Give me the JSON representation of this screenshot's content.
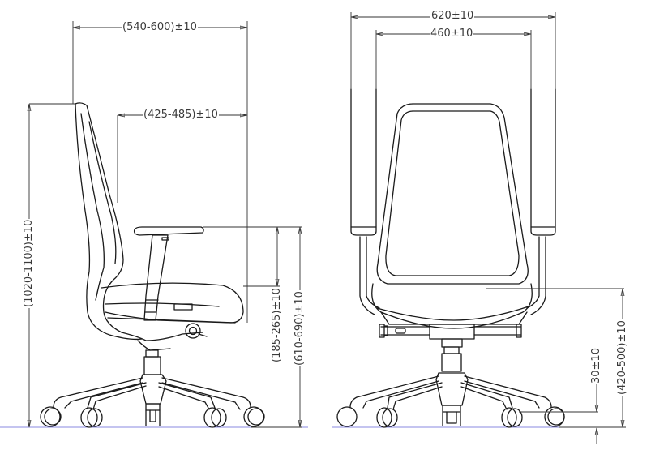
{
  "drawing": {
    "colors": {
      "line": "#1a1a1a",
      "dim": "#333333",
      "floor": "#8a8ae0",
      "background": "#ffffff"
    },
    "side_view": {
      "overall_depth": "(540-600)±10",
      "seat_depth": "(425-485)±10",
      "overall_height": "(1020-1100)±10",
      "armrest_to_seat": "(185-265)±10",
      "armrest_height": "(610-690)±10"
    },
    "front_view": {
      "overall_width": "620±10",
      "inner_width": "460±10",
      "seat_height": "(420-500)±10",
      "caster_offset": "30±10"
    }
  }
}
